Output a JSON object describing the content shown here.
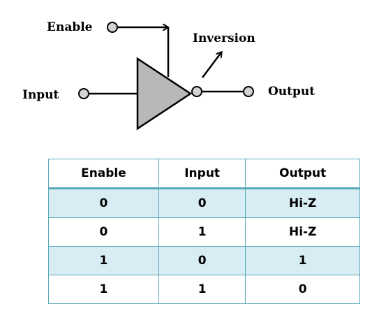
{
  "diagram": {
    "labels": {
      "enable": "Enable",
      "inversion": "Inversion",
      "input": "Input",
      "output": "Output"
    },
    "colors": {
      "buffer_fill": "#b8b8b8",
      "terminal_fill": "#d3d3d3",
      "line": "#000000"
    },
    "icons": [
      "tristate-inverter-symbol",
      "inversion-bubble",
      "terminal-circle",
      "arrow"
    ]
  },
  "truth_table": {
    "headers": [
      "Enable",
      "Input",
      "Output"
    ],
    "rows": [
      [
        "0",
        "0",
        "Hi-Z"
      ],
      [
        "0",
        "1",
        "Hi-Z"
      ],
      [
        "1",
        "0",
        "1"
      ],
      [
        "1",
        "1",
        "0"
      ]
    ],
    "colors": {
      "border": "#5aa9b8",
      "shaded_row": "#d7edf3"
    }
  }
}
